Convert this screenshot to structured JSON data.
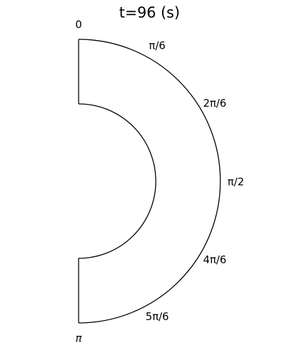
{
  "title": "t=96 (s)",
  "angle_labels": [
    {
      "id": "0",
      "text": "0",
      "angle_rad": 0
    },
    {
      "id": "pi-6",
      "text": "π/6",
      "angle_rad": 0.5236
    },
    {
      "id": "2pi-6",
      "text": "2π/6",
      "angle_rad": 1.0472
    },
    {
      "id": "pi-2",
      "text": "π/2",
      "angle_rad": 1.5708
    },
    {
      "id": "4pi-6",
      "text": "4π/6",
      "angle_rad": 2.0944
    },
    {
      "id": "5pi-6",
      "text": "5π/6",
      "angle_rad": 2.618
    },
    {
      "id": "pi",
      "text": "π",
      "angle_rad": 3.1416
    }
  ],
  "colors": {
    "stroke": "#000000",
    "text": "#000000",
    "background": "#ffffff"
  }
}
